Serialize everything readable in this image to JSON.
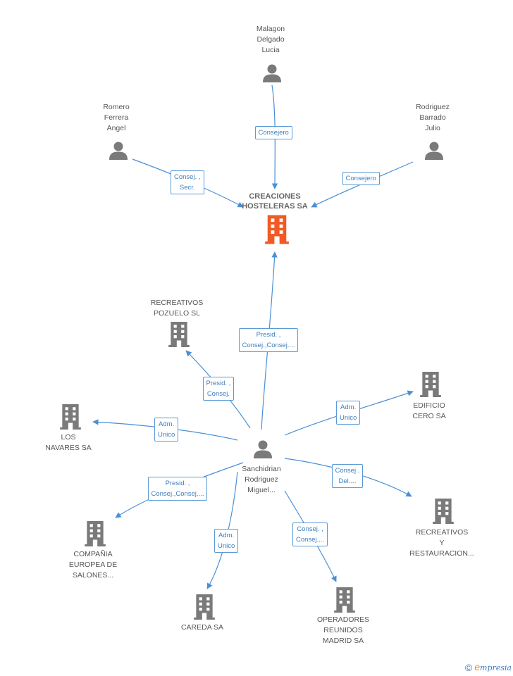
{
  "colors": {
    "edge": "#4a8fd6",
    "person_icon": "#7a7a7a",
    "company_icon": "#7a7a7a",
    "center_icon": "#f15a24",
    "role_border": "#5a9ad6",
    "role_text": "#3f7fbf"
  },
  "nodes": {
    "creaciones": {
      "type": "company-main",
      "label": [
        "CREACIONES",
        "HOSTELERAS SA"
      ]
    },
    "malagon": {
      "type": "person",
      "label": [
        "Malagon",
        "Delgado",
        "Lucia"
      ]
    },
    "romero": {
      "type": "person",
      "label": [
        "Romero",
        "Ferrera",
        "Angel"
      ]
    },
    "rodriguez": {
      "type": "person",
      "label": [
        "Rodriguez",
        "Barrado",
        "Julio"
      ]
    },
    "sanchidrian": {
      "type": "person",
      "label": [
        "Sanchidrian",
        "Rodriguez",
        "Miguel..."
      ]
    },
    "recreativos_pozuelo": {
      "type": "company",
      "label": [
        "RECREATIVOS",
        "POZUELO SL"
      ]
    },
    "edificio_cero": {
      "type": "company",
      "label": [
        "EDIFICIO",
        "CERO SA"
      ]
    },
    "los_navares": {
      "type": "company",
      "label": [
        "LOS",
        "NAVARES SA"
      ]
    },
    "recreativos_restauracion": {
      "type": "company",
      "label": [
        "RECREATIVOS",
        "Y",
        "RESTAURACION..."
      ]
    },
    "compania_europea": {
      "type": "company",
      "label": [
        "COMPAÑIA",
        "EUROPEA DE",
        "SALONES..."
      ]
    },
    "careda": {
      "type": "company",
      "label": [
        "CAREDA SA"
      ]
    },
    "operadores": {
      "type": "company",
      "label": [
        "OPERADORES",
        "REUNIDOS",
        "MADRID SA"
      ]
    }
  },
  "edges": [
    {
      "from": "malagon",
      "to": "creaciones",
      "role": [
        "Consejero"
      ]
    },
    {
      "from": "romero",
      "to": "creaciones",
      "role": [
        "Consej. ,",
        "Secr."
      ]
    },
    {
      "from": "rodriguez",
      "to": "creaciones",
      "role": [
        "Consejero"
      ]
    },
    {
      "from": "sanchidrian",
      "to": "creaciones",
      "role": [
        "Presid. ,",
        "Consej.,Consej...."
      ]
    },
    {
      "from": "sanchidrian",
      "to": "recreativos_pozuelo",
      "role": [
        "Presid. ,",
        "Consej."
      ]
    },
    {
      "from": "sanchidrian",
      "to": "edificio_cero",
      "role": [
        "Adm.",
        "Unico"
      ]
    },
    {
      "from": "sanchidrian",
      "to": "los_navares",
      "role": [
        "Adm.",
        "Unico"
      ]
    },
    {
      "from": "sanchidrian",
      "to": "recreativos_restauracion",
      "role": [
        "Consej .",
        "Del...."
      ]
    },
    {
      "from": "sanchidrian",
      "to": "compania_europea",
      "role": [
        "Presid. ,",
        "Consej.,Consej...."
      ]
    },
    {
      "from": "sanchidrian",
      "to": "careda",
      "role": [
        "Adm.",
        "Unico"
      ]
    },
    {
      "from": "sanchidrian",
      "to": "operadores",
      "role": [
        "Consej. ,",
        "Consej...."
      ]
    }
  ],
  "footer": {
    "copyright": "©",
    "brand_initial": "e",
    "brand_rest": "mpresia"
  }
}
